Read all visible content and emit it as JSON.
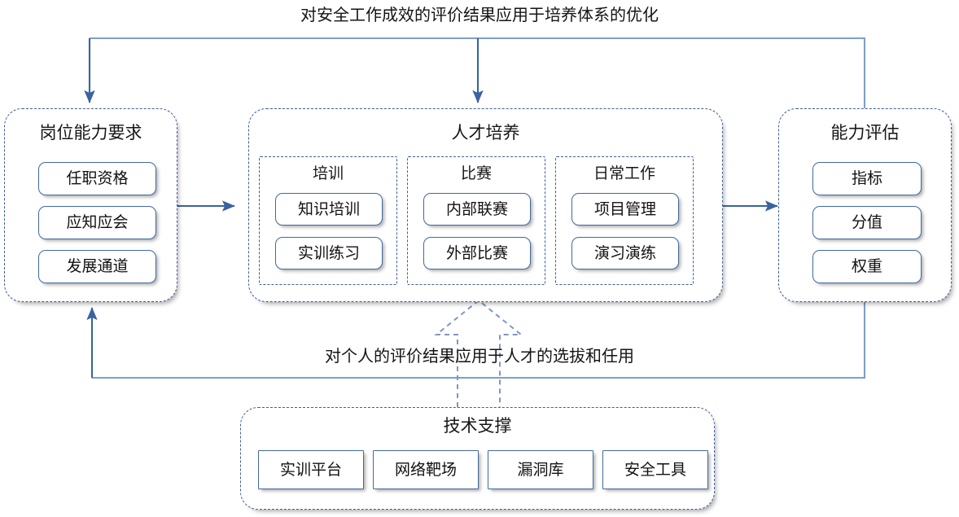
{
  "diagram": {
    "title_top_label": "对安全工作成效的评价结果应用于培养体系的优化",
    "title_bottom_label": "对个人的评价结果应用于人才的选拔和任用",
    "accent_color": "#41699f",
    "dashed_border_color": "#3f5e9c",
    "connector_color": "#4472a8",
    "background_color": "#ffffff"
  },
  "groups": {
    "job_requirements": {
      "title": "岗位能力要求",
      "items": [
        {
          "label": "任职资格"
        },
        {
          "label": "应知应会"
        },
        {
          "label": "发展通道"
        }
      ]
    },
    "talent_development": {
      "title": "人才培养",
      "subgroups": [
        {
          "title": "培训",
          "items": [
            {
              "label": "知识培训"
            },
            {
              "label": "实训练习"
            }
          ]
        },
        {
          "title": "比赛",
          "items": [
            {
              "label": "内部联赛"
            },
            {
              "label": "外部比赛"
            }
          ]
        },
        {
          "title": "日常工作",
          "items": [
            {
              "label": "项目管理"
            },
            {
              "label": "演习演练"
            }
          ]
        }
      ]
    },
    "capability_assessment": {
      "title": "能力评估",
      "items": [
        {
          "label": "指标"
        },
        {
          "label": "分值"
        },
        {
          "label": "权重"
        }
      ]
    },
    "technical_support": {
      "title": "技术支撑",
      "items": [
        {
          "label": "实训平台"
        },
        {
          "label": "网络靶场"
        },
        {
          "label": "漏洞库"
        },
        {
          "label": "安全工具"
        }
      ]
    }
  },
  "connectors": [
    {
      "name": "job-requirements-to-talent-development",
      "kind": "arrow"
    },
    {
      "name": "talent-development-to-capability-assessment",
      "kind": "arrow"
    },
    {
      "name": "assessment-feedback-to-job-requirements-top",
      "kind": "arrow"
    },
    {
      "name": "assessment-feedback-to-talent-development-top",
      "kind": "arrow"
    },
    {
      "name": "assessment-feedback-to-job-requirements-bottom",
      "kind": "arrow"
    },
    {
      "name": "technical-support-to-talent-development",
      "kind": "block-arrow-dashed"
    }
  ]
}
